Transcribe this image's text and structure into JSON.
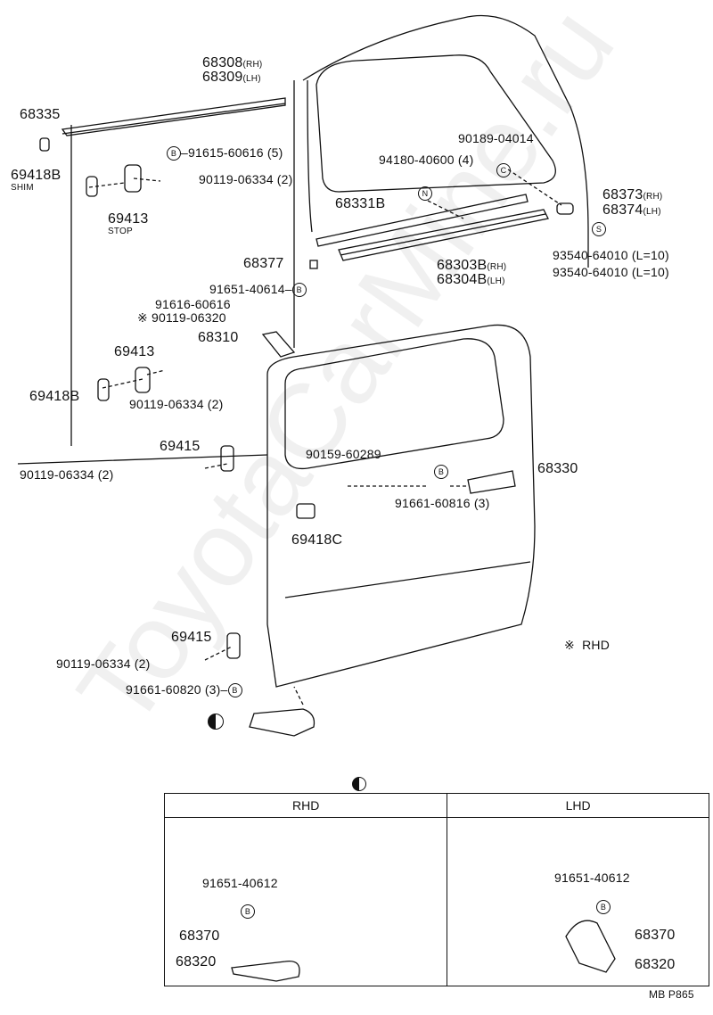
{
  "labels": {
    "p68308": "68308",
    "p68308_side": "(RH)",
    "p68309": "68309",
    "p68309_side": "(LH)",
    "p68335": "68335",
    "p69418b_top": "69418B",
    "shim": "SHIM",
    "p69413_top": "69413",
    "stop": "STOP",
    "b91615": "91615-60616 (5)",
    "s90119_a": "90119-06334 (2)",
    "p94180": "94180-40600 (4)",
    "p90189": "90189-04014",
    "p68331b": "68331B",
    "p68373": "68373",
    "p68373_side": "(RH)",
    "p68374": "68374",
    "p68374_side": "(LH)",
    "p93540_a": "93540-64010 (L=10)",
    "p93540_b": "93540-64010 (L=10)",
    "p68303b": "68303B",
    "p68303b_side": "(RH)",
    "p68304b": "68304B",
    "p68304b_side": "(LH)",
    "p68377": "68377",
    "p91651_a": "91651-40614",
    "p91616": "91616-60616",
    "p90119_06320": "90119-06320",
    "p68310": "68310",
    "p69413_mid": "69413",
    "p69418b_mid": "69418B",
    "s90119_b": "90119-06334 (2)",
    "p69415_a": "69415",
    "s90119_c": "90119-06334 (2)",
    "p90159": "90159-60289",
    "p68330": "68330",
    "p91661_a": "91661-60816 (3)",
    "p69418c": "69418C",
    "p69415_b": "69415",
    "s90119_d": "90119-06334 (2)",
    "p91661_b": "91661-60820 (3)",
    "rhd_note": "RHD"
  },
  "table": {
    "rhd": "RHD",
    "lhd": "LHD",
    "rhd_bolt": "91651-40612",
    "rhd_68370": "68370",
    "rhd_68320": "68320",
    "lhd_bolt": "91651-40612",
    "lhd_68370": "68370",
    "lhd_68320": "68320"
  },
  "symbols": {
    "b": "B",
    "n": "N",
    "c": "C",
    "s": "S",
    "asterisk": "※"
  },
  "watermark": "ToyotaCarMine.ru",
  "footer_code": "MB P865"
}
